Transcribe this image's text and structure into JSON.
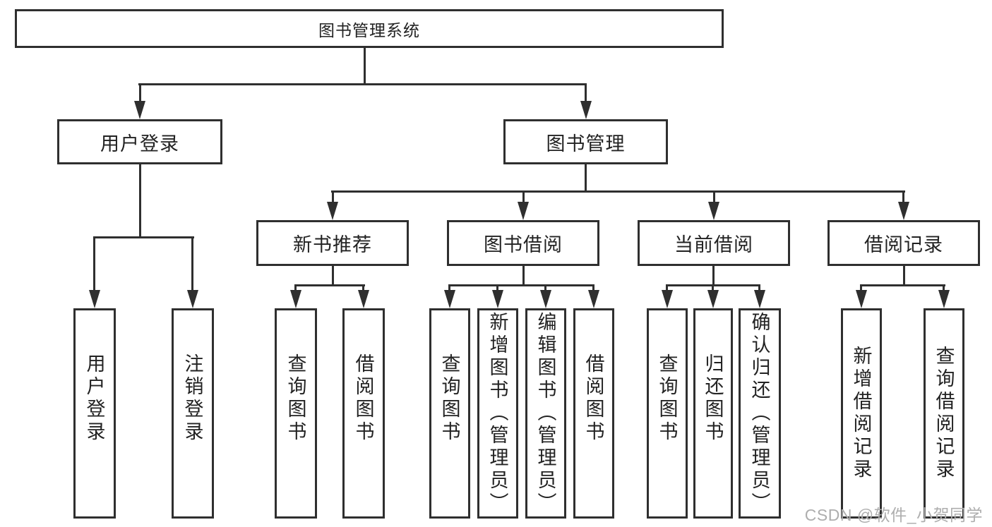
{
  "root": {
    "label": "图书管理系统"
  },
  "level2": [
    {
      "label": "用户登录"
    },
    {
      "label": "图书管理"
    }
  ],
  "level3": [
    {
      "label": "新书推荐"
    },
    {
      "label": "图书借阅"
    },
    {
      "label": "当前借阅"
    },
    {
      "label": "借阅记录"
    }
  ],
  "leaves": {
    "login": [
      {
        "label": "用户登录"
      },
      {
        "label": "注销登录"
      }
    ],
    "recommend": [
      {
        "label": "查询图书"
      },
      {
        "label": "借阅图书"
      }
    ],
    "borrow": [
      {
        "label": "查询图书"
      },
      {
        "label": "新增图书（管理员）"
      },
      {
        "label": "编辑图书（管理员）"
      },
      {
        "label": "借阅图书"
      }
    ],
    "current": [
      {
        "label": "查询图书"
      },
      {
        "label": "归还图书"
      },
      {
        "label": "确认归还（管理员）"
      }
    ],
    "records": [
      {
        "label": "新增借阅记录"
      },
      {
        "label": "查询借阅记录"
      }
    ]
  },
  "watermark": "CSDN @软件_小贺同学",
  "colors": {
    "line": "#2f2f2f",
    "text": "#222222",
    "watermark": "#aeaeae",
    "background": "#ffffff"
  }
}
